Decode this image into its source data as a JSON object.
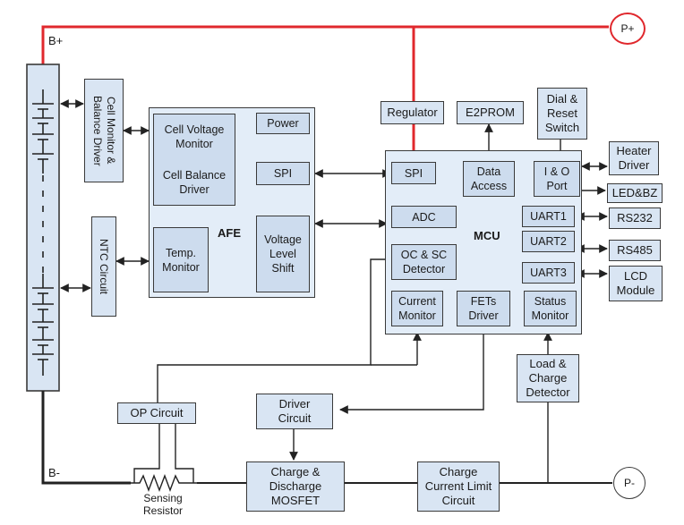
{
  "labels": {
    "b_plus": "B+",
    "b_minus": "B-",
    "p_plus": "P+",
    "p_minus": "P-",
    "cell_monitor": "Cell Monitor &\nBalance Driver",
    "ntc": "NTC Circuit",
    "afe": "AFE",
    "cell_voltage_monitor": "Cell Voltage\nMonitor",
    "cell_balance_driver": "Cell Balance\nDriver",
    "power": "Power",
    "afe_spi": "SPI",
    "temp_monitor": "Temp.\nMonitor",
    "voltage_level_shift": "Voltage\nLevel\nShift",
    "regulator": "Regulator",
    "e2prom": "E2PROM",
    "dial_reset": "Dial &\nReset\nSwitch",
    "mcu": "MCU",
    "mcu_spi": "SPI",
    "data_access": "Data\nAccess",
    "io_port": "I & O\nPort",
    "adc": "ADC",
    "uart1": "UART1",
    "uart2": "UART2",
    "uart3": "UART3",
    "oc_sc": "OC & SC\nDetector",
    "current_monitor": "Current\nMonitor",
    "fets_driver": "FETs\nDriver",
    "status_monitor": "Status\nMonitor",
    "heater_driver": "Heater\nDriver",
    "led_bz": "LED&BZ",
    "rs232": "RS232",
    "rs485": "RS485",
    "lcd_module": "LCD\nModule",
    "load_charge_detector": "Load &\nCharge\nDetector",
    "op_circuit": "OP Circuit",
    "driver_circuit": "Driver\nCircuit",
    "charge_discharge_mosfet": "Charge &\nDischarge\nMOSFET",
    "charge_current_limit": "Charge\nCurrent Limit\nCircuit",
    "sensing_resistor": "Sensing\nResistor"
  },
  "colors": {
    "power_line": "#e0282d",
    "wire": "#222222",
    "box_fill": "#d9e5f3"
  }
}
